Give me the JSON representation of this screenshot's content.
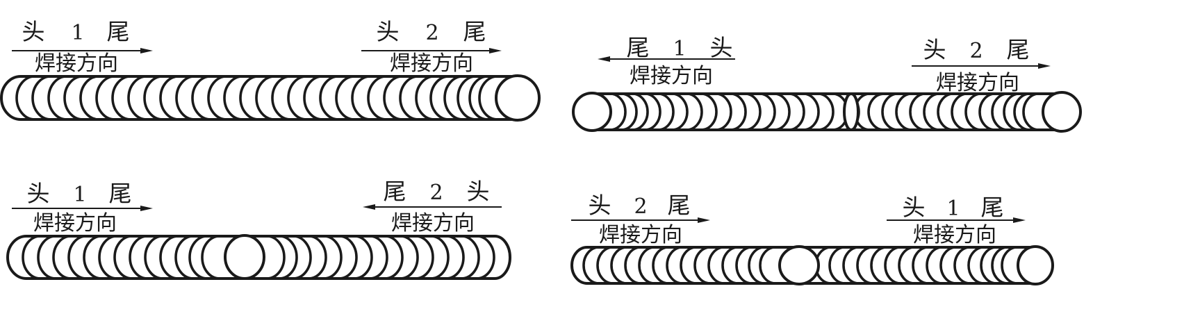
{
  "diagrams": [
    {
      "labels": [
        {
          "head_word": "头",
          "number": "1",
          "tail_word": "尾",
          "direction_text": "焊接方向",
          "arrow": "right"
        },
        {
          "head_word": "头",
          "number": "2",
          "tail_word": "尾",
          "direction_text": "焊接方向",
          "arrow": "right"
        }
      ]
    },
    {
      "labels": [
        {
          "head_word": "尾",
          "number": "1",
          "tail_word": "头",
          "direction_text": "焊接方向",
          "arrow": "left"
        },
        {
          "head_word": "头",
          "number": "2",
          "tail_word": "尾",
          "direction_text": "焊接方向",
          "arrow": "right"
        }
      ]
    },
    {
      "labels": [
        {
          "head_word": "头",
          "number": "1",
          "tail_word": "尾",
          "direction_text": "焊接方向",
          "arrow": "right"
        },
        {
          "head_word": "尾",
          "number": "2",
          "tail_word": "头",
          "direction_text": "焊接方向",
          "arrow": "left"
        }
      ]
    },
    {
      "labels": [
        {
          "head_word": "头",
          "number": "2",
          "tail_word": "尾",
          "direction_text": "焊接方向",
          "arrow": "right"
        },
        {
          "head_word": "头",
          "number": "1",
          "tail_word": "尾",
          "direction_text": "焊接方向",
          "arrow": "right"
        }
      ]
    }
  ]
}
